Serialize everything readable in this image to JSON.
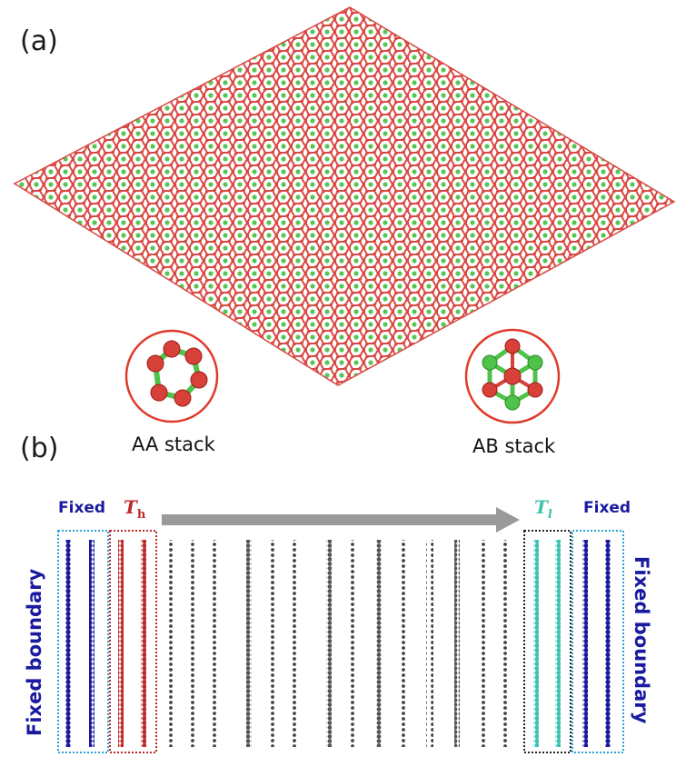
{
  "panel_a": {
    "label": "(a)",
    "inset_left_label": "AA stack",
    "inset_right_label": "AB stack"
  },
  "panel_b": {
    "label": "(b)",
    "fixed_left_label": "Fixed",
    "hot_label_main": "T",
    "hot_label_sub": "h",
    "cold_label_main": "T",
    "cold_label_sub": "l",
    "fixed_right_label": "Fixed",
    "left_boundary_label": "Fixed boundary",
    "right_boundary_label": "Fixed boundary"
  },
  "colors": {
    "atom_red": "#d8403a",
    "atom_green": "#4fc24a",
    "fixed_blue": "#1a1aa0",
    "hot_red": "#c0282a",
    "cold_teal": "#3cc4b0",
    "middle_gray": "#555555",
    "arrow_gray": "#9a9a9a",
    "box_fixed": "#29a3d6",
    "box_hot": "#c0282a",
    "box_cold": "#222222"
  }
}
